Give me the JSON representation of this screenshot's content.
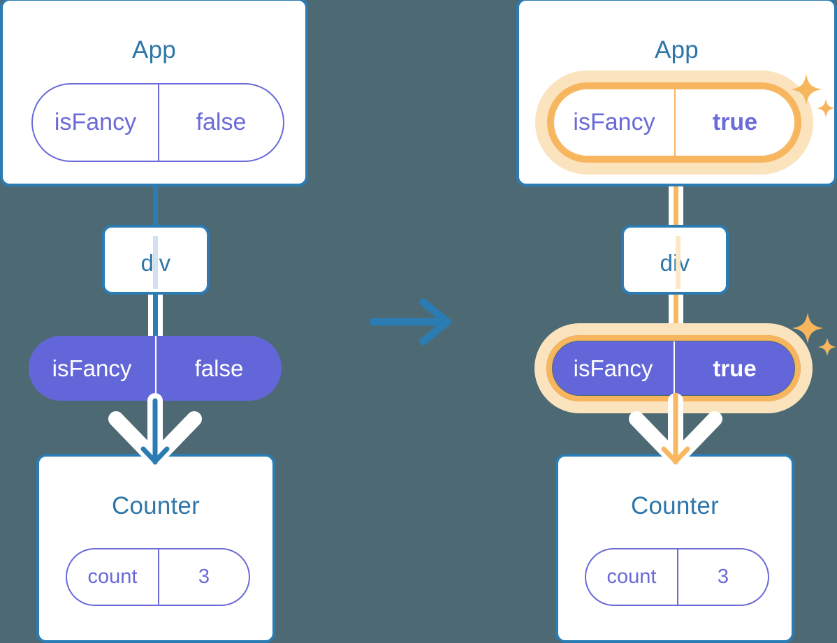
{
  "diagram": {
    "title": "State lifted to parent: App re-renders children when isFancy changes",
    "background_color": "#4d6a74",
    "accent_colors": {
      "blue": "#2b7cb3",
      "blue_text": "#2e76a8",
      "purple": "#6366d8",
      "purple_outline": "#6a6ad8",
      "orange": "#f7b65e",
      "orange_light": "#fbe3bd",
      "white": "#ffffff"
    }
  },
  "transition": {
    "icon": "arrow-right-icon",
    "direction": "right",
    "color": "#2b7cb3"
  },
  "panels": [
    {
      "id": "before",
      "app": {
        "title": "App",
        "state_pill": {
          "key": "isFancy",
          "value": "false",
          "style": "outline",
          "highlighted": false,
          "value_bold": false
        }
      },
      "div": {
        "title": "div",
        "line_color": "#d2e0f0"
      },
      "prop_pill": {
        "key": "isFancy",
        "value": "false",
        "style": "filled",
        "highlighted": false,
        "value_bold": false
      },
      "counter": {
        "title": "Counter",
        "state_pill": {
          "key": "count",
          "value": "3",
          "style": "outline",
          "highlighted": false,
          "value_bold": false
        }
      },
      "arrow_color": "#2b7cb3",
      "connector_color": "#2b7cb3",
      "sparkles": false
    },
    {
      "id": "after",
      "app": {
        "title": "App",
        "state_pill": {
          "key": "isFancy",
          "value": "true",
          "style": "outline",
          "highlighted": true,
          "value_bold": true
        }
      },
      "div": {
        "title": "div",
        "line_color": "#fbe8c8"
      },
      "prop_pill": {
        "key": "isFancy",
        "value": "true",
        "style": "filled",
        "highlighted": true,
        "value_bold": true
      },
      "counter": {
        "title": "Counter",
        "state_pill": {
          "key": "count",
          "value": "3",
          "style": "outline",
          "highlighted": false,
          "value_bold": false
        }
      },
      "arrow_color": "#f9b75f",
      "connector_color": "#f9b75f",
      "sparkles": true
    }
  ]
}
